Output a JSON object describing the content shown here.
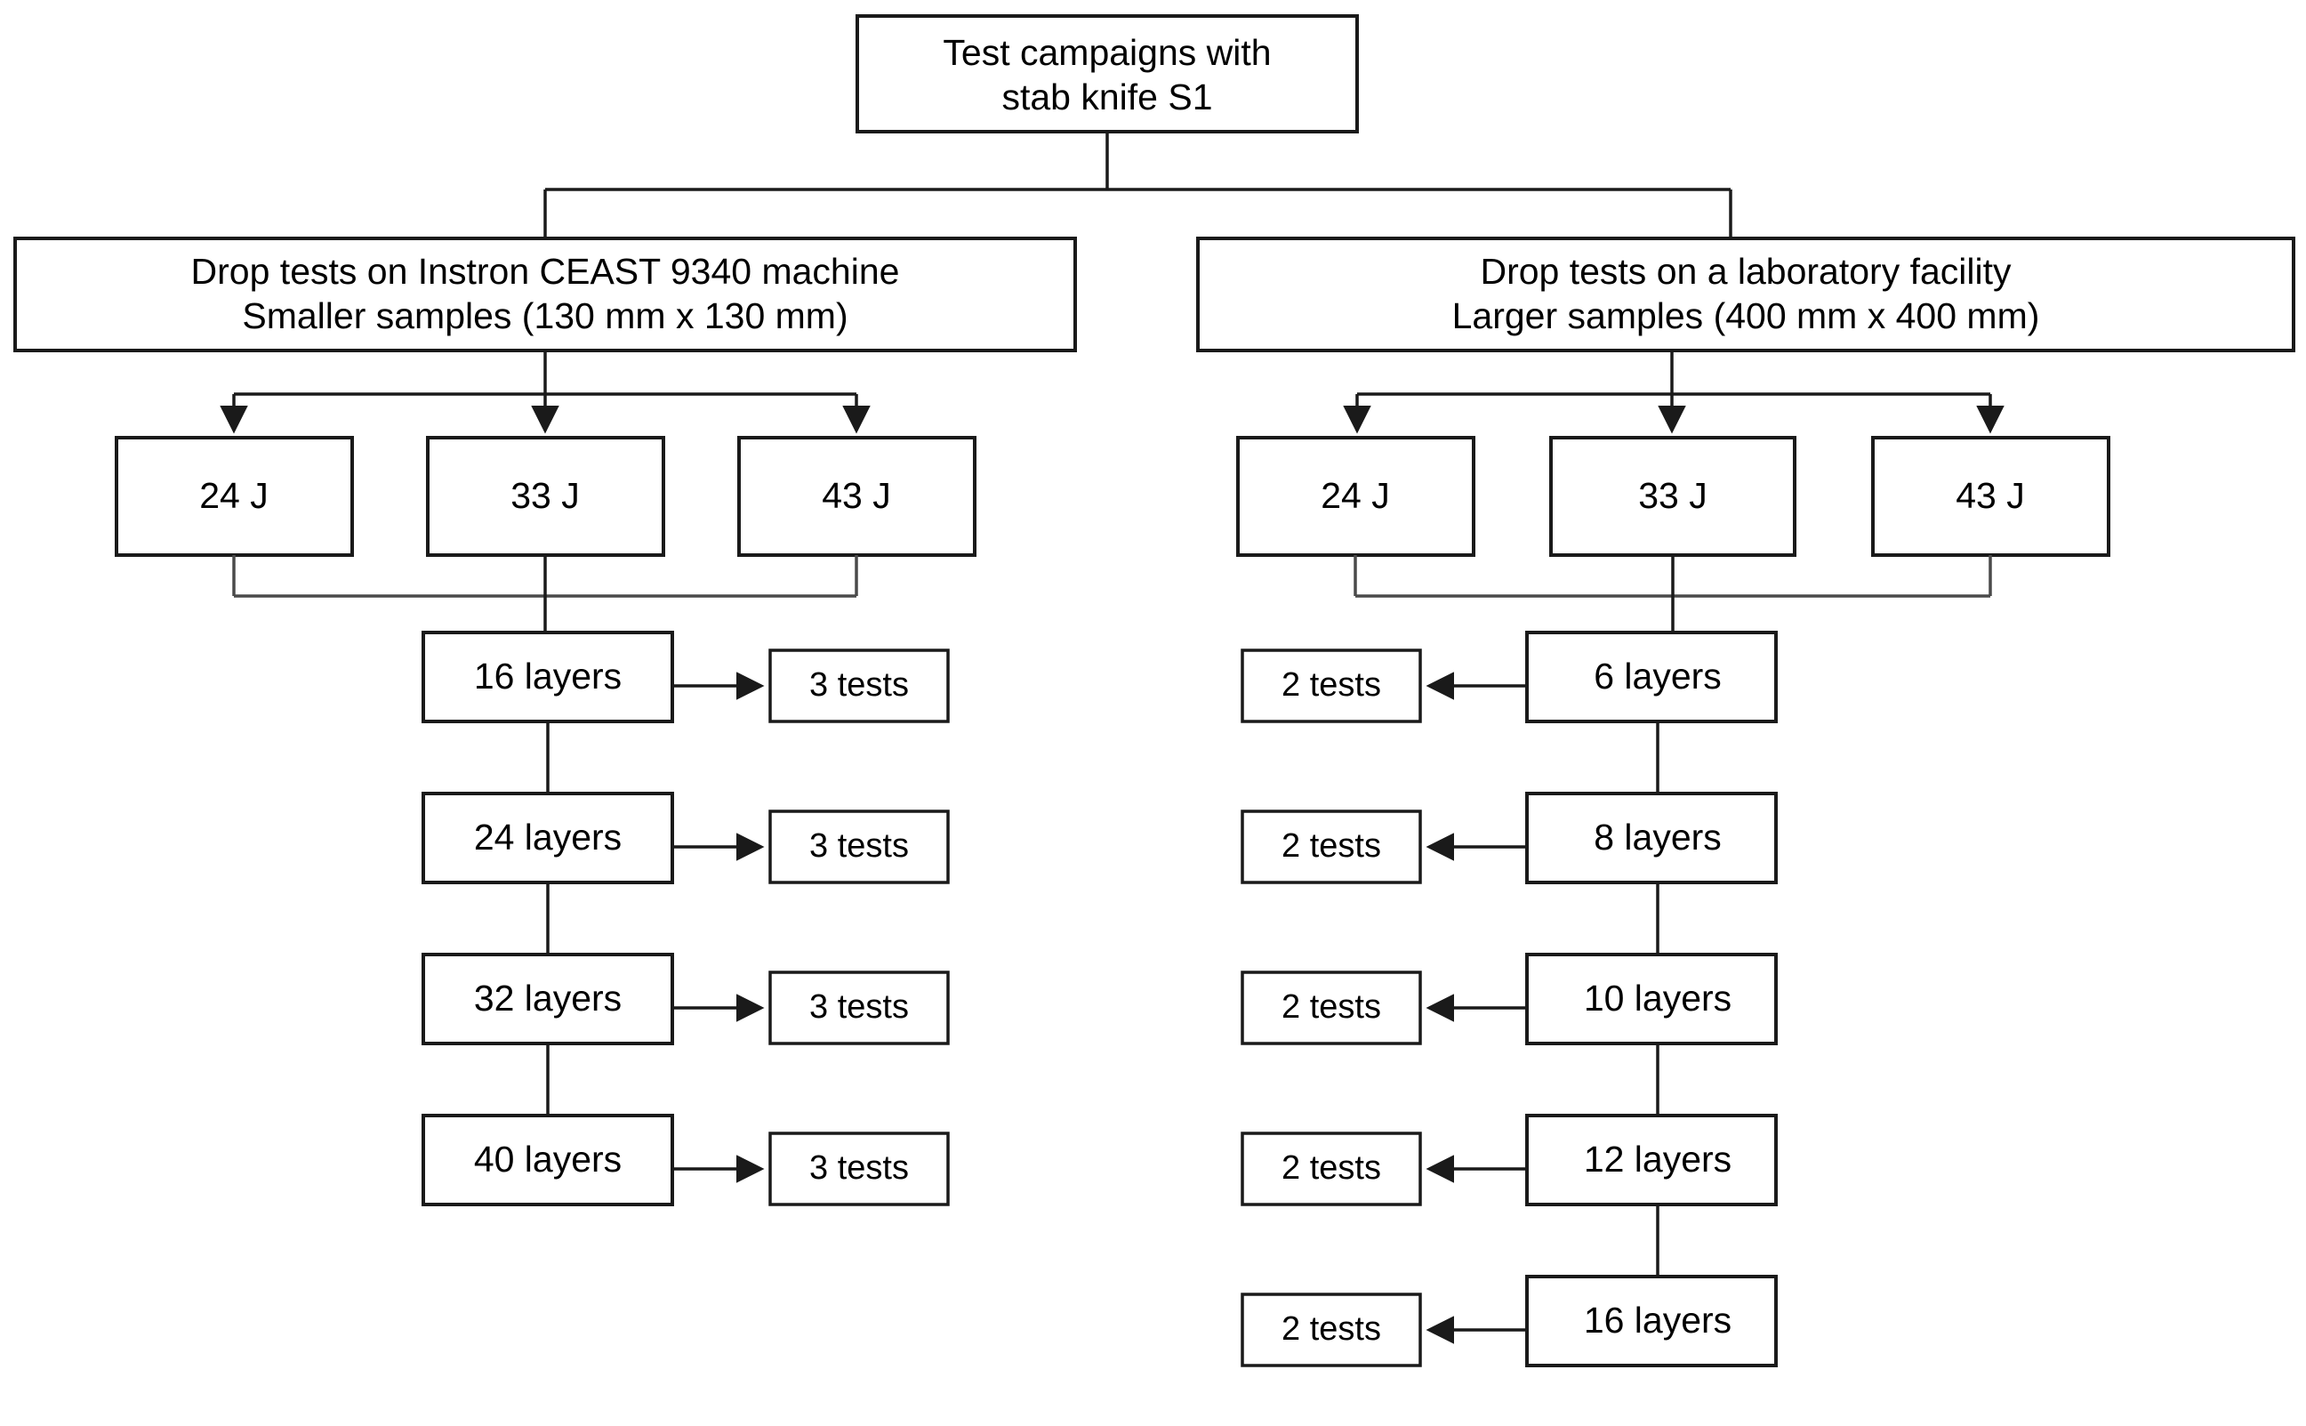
{
  "diagram": {
    "title": "Test campaigns with stab knife S1",
    "title_lines": [
      "Test campaigns with",
      "stab knife S1"
    ],
    "branches": [
      {
        "id": "instron",
        "lines": [
          "Drop tests on Instron CEAST 9340 machine",
          "Smaller samples (130 mm x 130 mm)"
        ],
        "line1": "Drop tests on Instron CEAST 9340 machine",
        "line2": "Smaller samples (130 mm x 130 mm)",
        "energies": [
          "24 J",
          "33 J",
          "43 J"
        ],
        "layers": [
          "16 layers",
          "24 layers",
          "32 layers",
          "40 layers"
        ],
        "tests": [
          "3 tests",
          "3 tests",
          "3 tests",
          "3 tests"
        ],
        "tests_side": "right"
      },
      {
        "id": "laboratory",
        "lines": [
          "Drop tests on a laboratory facility",
          "Larger samples (400 mm x 400 mm)"
        ],
        "line1": "Drop tests on a laboratory facility",
        "line2": "Larger samples (400 mm x 400 mm)",
        "energies": [
          "24 J",
          "33 J",
          "43 J"
        ],
        "layers": [
          "6 layers",
          "8 layers",
          "10 layers",
          "12 layers",
          "16 layers"
        ],
        "tests": [
          "2 tests",
          "2 tests",
          "2 tests",
          "2 tests",
          "2 tests"
        ],
        "tests_side": "left"
      }
    ],
    "colors": {
      "stroke": "#1a1a1a",
      "stroke_soft": "#4a4a4a",
      "fill": "#ffffff",
      "text": "#000000"
    }
  }
}
